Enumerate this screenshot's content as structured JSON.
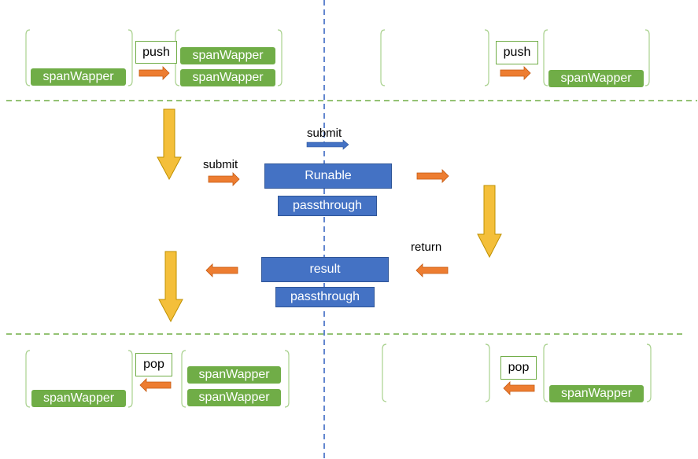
{
  "labels": {
    "push": "push",
    "pop": "pop",
    "submit": "submit",
    "return": "return",
    "runable": "Runable",
    "result": "result",
    "passthrough": "passthrough",
    "span": "spanWapper"
  },
  "colors": {
    "span_fill": "#70ad47",
    "bracket": "#a9d18e",
    "dashed_green": "#70ad47",
    "dashed_blue": "#2f5fbf",
    "block_blue": "#4472c4",
    "arrow_orange": "#ed7d31",
    "arrow_yellow": "#f4bf3a"
  }
}
